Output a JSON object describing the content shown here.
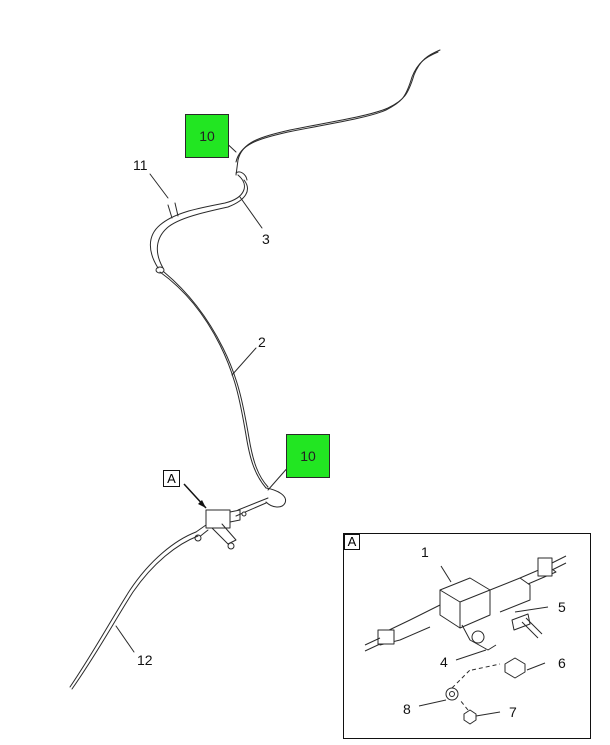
{
  "callouts": {
    "c10_top": "10",
    "c10_mid": "10"
  },
  "labels": {
    "l11": "11",
    "l3": "3",
    "l2": "2",
    "l12": "12",
    "l1": "1",
    "l4": "4",
    "l5": "5",
    "l6": "6",
    "l7": "7",
    "l8": "8"
  },
  "view": {
    "main_tag": "A",
    "detail_tag": "A"
  },
  "colors": {
    "callout_fill": "#22e622",
    "line": "#222222"
  }
}
